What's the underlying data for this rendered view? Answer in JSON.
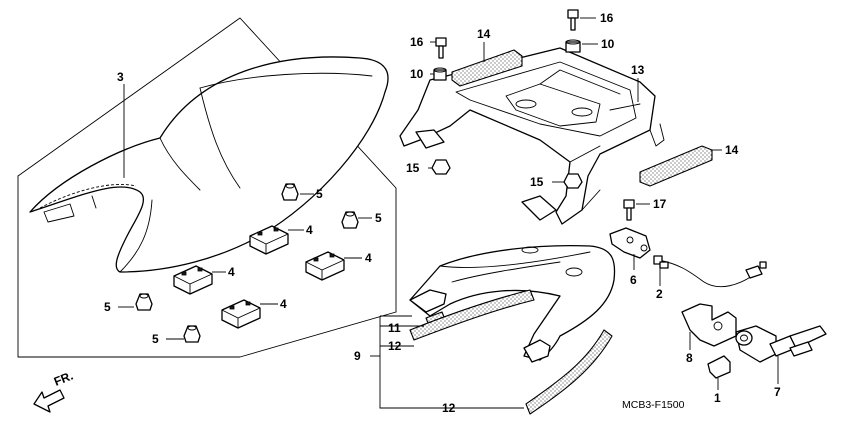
{
  "diagram": {
    "drawing_code": "MCB3-F1500",
    "direction_label": "FR."
  },
  "callouts": [
    {
      "id": "c3",
      "label": "3"
    },
    {
      "id": "c5a",
      "label": "5"
    },
    {
      "id": "c4a",
      "label": "4"
    },
    {
      "id": "c5b",
      "label": "5"
    },
    {
      "id": "c4b",
      "label": "4"
    },
    {
      "id": "c4c",
      "label": "4"
    },
    {
      "id": "c5c",
      "label": "5"
    },
    {
      "id": "c4d",
      "label": "4"
    },
    {
      "id": "c5d",
      "label": "5"
    },
    {
      "id": "c16a",
      "label": "16"
    },
    {
      "id": "c10a",
      "label": "10"
    },
    {
      "id": "c14a",
      "label": "14"
    },
    {
      "id": "c16b",
      "label": "16"
    },
    {
      "id": "c10b",
      "label": "10"
    },
    {
      "id": "c13",
      "label": "13"
    },
    {
      "id": "c14b",
      "label": "14"
    },
    {
      "id": "c15a",
      "label": "15"
    },
    {
      "id": "c15b",
      "label": "15"
    },
    {
      "id": "c17",
      "label": "17"
    },
    {
      "id": "c6",
      "label": "6"
    },
    {
      "id": "c2",
      "label": "2"
    },
    {
      "id": "c11",
      "label": "11"
    },
    {
      "id": "c12a",
      "label": "12"
    },
    {
      "id": "c9",
      "label": "9"
    },
    {
      "id": "c12b",
      "label": "12"
    },
    {
      "id": "c8",
      "label": "8"
    },
    {
      "id": "c1",
      "label": "1"
    },
    {
      "id": "c7",
      "label": "7"
    }
  ]
}
